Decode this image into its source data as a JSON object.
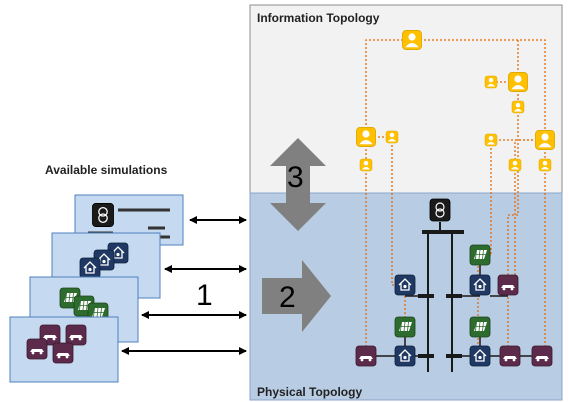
{
  "title_available": "Available simulations",
  "title_information": "Information Topology",
  "title_physical": "Physical Topology",
  "step_1": "1",
  "step_2": "2",
  "step_3": "3",
  "colors": {
    "info_bg": "#f2f2f2",
    "phys_bg": "#b8cce4",
    "card_bg": "#c5d9f1",
    "card_border": "#4f81bd",
    "gray_arrow": "#808080",
    "agent": "#ffc000",
    "link": "#e46c0a",
    "icon_transformer": "#1a1a1a",
    "icon_house": "#1f3864",
    "icon_pv": "#2e6b2e",
    "icon_car": "#5c2a4a"
  },
  "icons": [
    "transformer-icon",
    "house-icon",
    "solar-panel-icon",
    "electric-car-icon",
    "agent-icon"
  ]
}
